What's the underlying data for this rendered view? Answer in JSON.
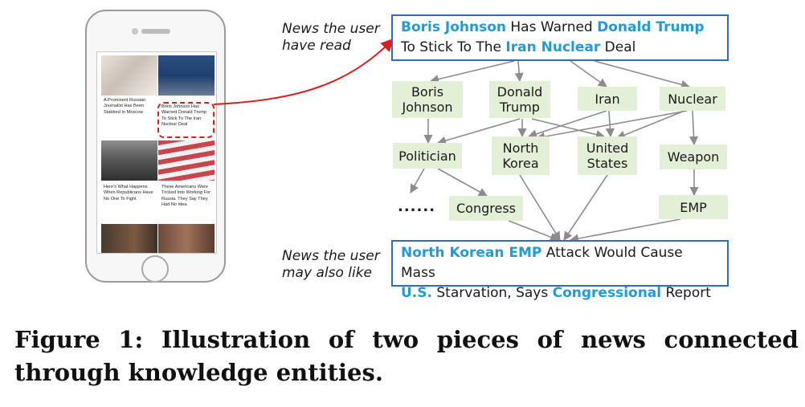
{
  "phone": {
    "cards": [
      {
        "id": "c1",
        "text": "A Prominent Russian Journalist Has Been Stabbed In Moscow"
      },
      {
        "id": "c2",
        "text": "Boris Johnson Has Warned Donald Trump To Stick To The Iran Nuclear Deal"
      },
      {
        "id": "c3",
        "text": "Here's What Happens When Republicans Have No One To Fight"
      },
      {
        "id": "c4",
        "text": "These Americans Were Tricked Into Working For Russia. They Say They Had No Idea."
      }
    ],
    "highlight_color": "#d42020"
  },
  "labels": {
    "read": "News the user have read",
    "like": "News the user may also like"
  },
  "news_read": {
    "parts": [
      {
        "text": "Boris Johnson",
        "hl": true
      },
      {
        "text": " Has Warned ",
        "hl": false
      },
      {
        "text": "Donald Trump",
        "hl": true
      }
    ],
    "parts2": [
      {
        "text": "To Stick To The ",
        "hl": false
      },
      {
        "text": "Iran Nuclear",
        "hl": true
      },
      {
        "text": " Deal",
        "hl": false
      }
    ]
  },
  "news_like": {
    "parts": [
      {
        "text": "North Korean EMP",
        "hl": true
      },
      {
        "text": " Attack Would Cause Mass",
        "hl": false
      }
    ],
    "parts2": [
      {
        "text": "U.S.",
        "hl": true
      },
      {
        "text": " Starvation, Says ",
        "hl": false
      },
      {
        "text": "Congressional",
        "hl": true
      },
      {
        "text": " Report",
        "hl": false
      }
    ]
  },
  "entities": {
    "boris": "Boris Johnson",
    "trump": "Donald Trump",
    "iran": "Iran",
    "nuclear": "Nuclear",
    "politician": "Politician",
    "nk": "North Korea",
    "us": "United States",
    "weapon": "Weapon",
    "congress": "Congress",
    "emp": "EMP",
    "dots": "......"
  },
  "colors": {
    "highlight": "#1f9bd8",
    "box_border": "#2f6db5",
    "entity_fill": "#e3efd6",
    "edge": "#8c8c8c",
    "arrow_red": "#d42020"
  },
  "caption": {
    "line1": [
      "Figure",
      "1:",
      "Illustration",
      "of",
      "two",
      "pieces",
      "of",
      "news",
      "connected"
    ],
    "line2": "through knowledge entities."
  }
}
